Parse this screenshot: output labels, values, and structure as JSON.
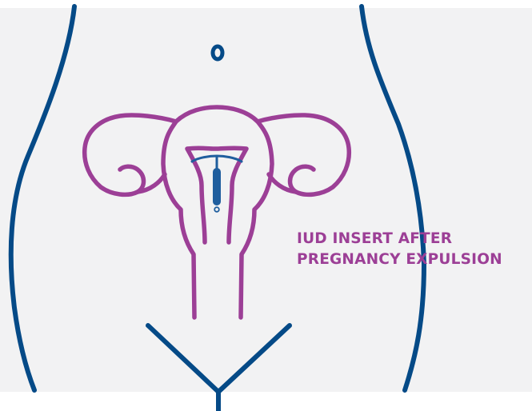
{
  "caption": {
    "line1": "IUD INSERT AFTER",
    "line2": "PREGNANCY EXPULSION"
  },
  "colors": {
    "background": "#f2f2f3",
    "body_outline": "#054a87",
    "uterus": "#9c3f96",
    "iud": "#1f5e9e",
    "caption_text": "#9c3f96"
  },
  "icons": [
    "torso-outline",
    "navel",
    "uterus-icon",
    "iud-device-icon"
  ]
}
